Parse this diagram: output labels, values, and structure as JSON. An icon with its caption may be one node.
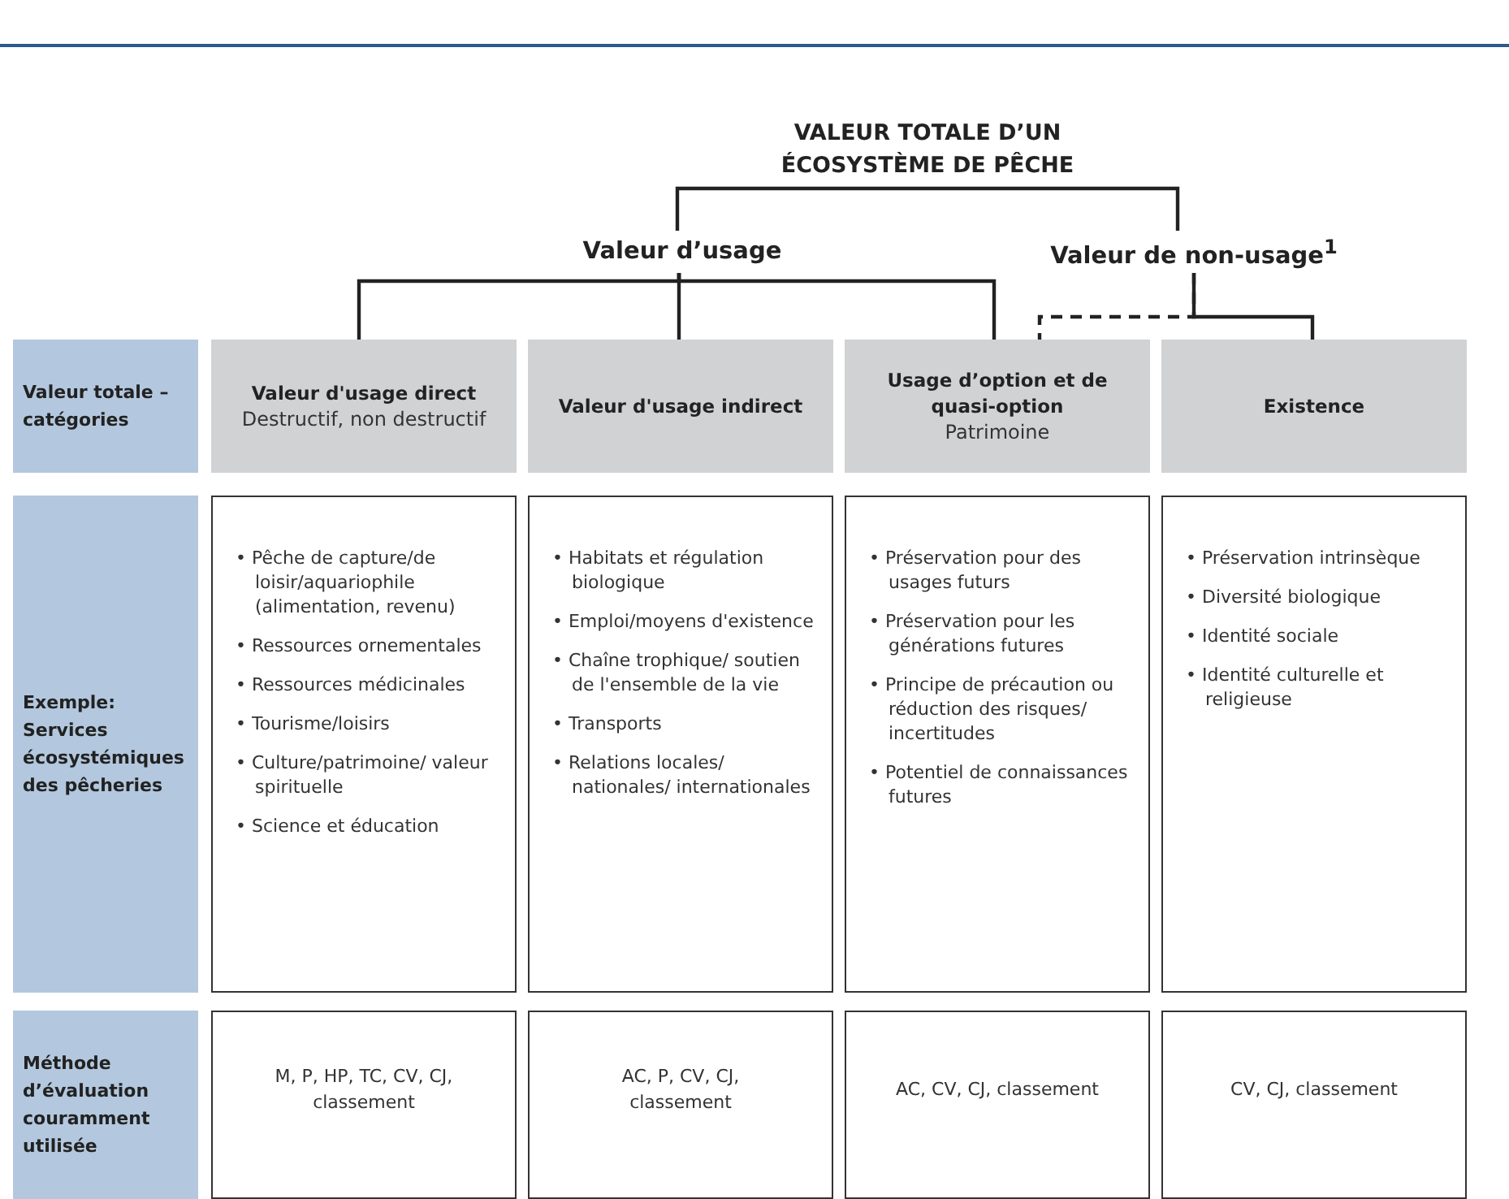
{
  "diagram": {
    "nodes": [
      {
        "text": [
          "VALEUR TOTALE D’UN ÉCOSYSTÈME DE PÊCHE"
        ]
      },
      {
        "text": [
          "Valeur d’usage"
        ]
      },
      {
        "text": [
          "Valeur de non-usage$^{1}$"
        ]
      },
      {
        "text": [
          "Valeur totale – catégories"
        ]
      },
      {
        "text": [
          "Valeur d'usage direct",
          "Destructif, non destructif"
        ]
      },
      {
        "text": [
          "Valeur d'usage indirect"
        ]
      },
      {
        "text": [
          "Usage d’option et de quasi-option",
          "Patrimoine"
        ]
      },
      {
        "text": [
          "Existence"
        ]
      },
      {
        "text": [
          "Exemple: Services écosystémiques des pêcheries"
        ]
      },
      {
        "text": [
          "• Pêche de capture/de loisir/aquariophile (alimentation, revenu)",
          "• Ressources ornementales",
          "• Ressources médicinales",
          "• Tourisme/loisirs",
          "• Culture/patrimoine/ valeur spirituelle",
          "• Science et éducation"
        ]
      },
      {
        "text": [
          "• Habitats et régulation biologique",
          "• Emploi/moyens d'existence",
          "• Chaîne trophique/ soutien de l'ensemble de la vie",
          "• Transports",
          "• Relations locales/ nationales/ internationales"
        ]
      },
      {
        "text": [
          "• Préservation pour des usages futurs",
          "• Préservation pour les générations futures",
          "• Principe de précaution ou réduction des risques/ incertitudes",
          "• Potentiel de connaissances futures"
        ]
      },
      {
        "text": [
          "• Préservation intrinsèque",
          "• Diversité biologique",
          "• Identité sociale",
          "• Identité culturelle et religieuse"
        ]
      },
      {
        "text": [
          "Méthode d’évaluation couramment utilisée"
        ]
      },
      {
        "text": [
          "M, P, HP, TC, CV, CJ, classement"
        ]
      },
      {
        "text": [
          "AC, P, CV, CJ, classement"
        ]
      },
      {
        "text": [
          "AC, CV, CJ, classement"
        ]
      },
      {
        "text": [
          "CV, CJ, classement"
        ]
      }
    ],
    "edges": [
      {
        "from": 0,
        "to": 1,
        "arrow": "none"
      },
      {
        "from": 0,
        "to": 2,
        "arrow": "none"
      },
      {
        "from": 1,
        "to": 4,
        "arrow": "none"
      },
      {
        "from": 1,
        "to": 5,
        "arrow": "none"
      },
      {
        "from": 1,
        "to": 6,
        "arrow": "none"
      },
      {
        "from": 2,
        "to": 6,
        "arrow": "none",
        "style": "dashed"
      },
      {
        "from": 2,
        "to": 7,
        "arrow": "none"
      }
    ]
  }
}
